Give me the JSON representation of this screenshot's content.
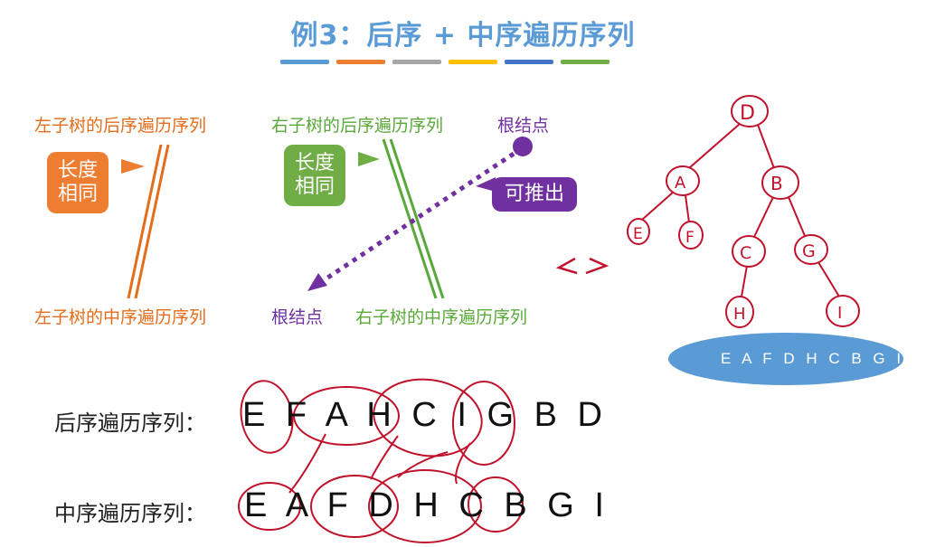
{
  "title": "例3：后序 + 中序遍历序列",
  "title_bar_colors": [
    "#5b9bd5",
    "#ed7d31",
    "#a5a5a5",
    "#ffc000",
    "#4472c4",
    "#70ad47"
  ],
  "labels": {
    "left_post": "左子树的后序遍历序列",
    "right_post": "右子树的后序遍历序列",
    "root_top": "根结点",
    "left_in": "左子树的中序遍历序列",
    "root_bottom": "根结点",
    "right_in": "右子树的中序遍历序列"
  },
  "bubbles": {
    "left_same_length": "长度\n相同",
    "right_same_length": "长度\n相同",
    "derive": "可推出"
  },
  "sequences": {
    "postorder_label": "后序遍历序列：",
    "postorder_value": "E F A H C I G B D",
    "inorder_label": "中序遍历序列：",
    "inorder_value": "E A F D H C B G I"
  },
  "tree_sketch": {
    "nodes": [
      "D",
      "A",
      "B",
      "E",
      "F",
      "C",
      "G",
      "H",
      "I"
    ],
    "ellipse_label": "E A F D H C B G I",
    "arrow_mark": "<>"
  },
  "colors": {
    "orange": "#e46c1a",
    "green": "#5aa83a",
    "purple": "#7030a0",
    "ink_red": "#c0122a",
    "ellipse": "#5b9bd5"
  }
}
